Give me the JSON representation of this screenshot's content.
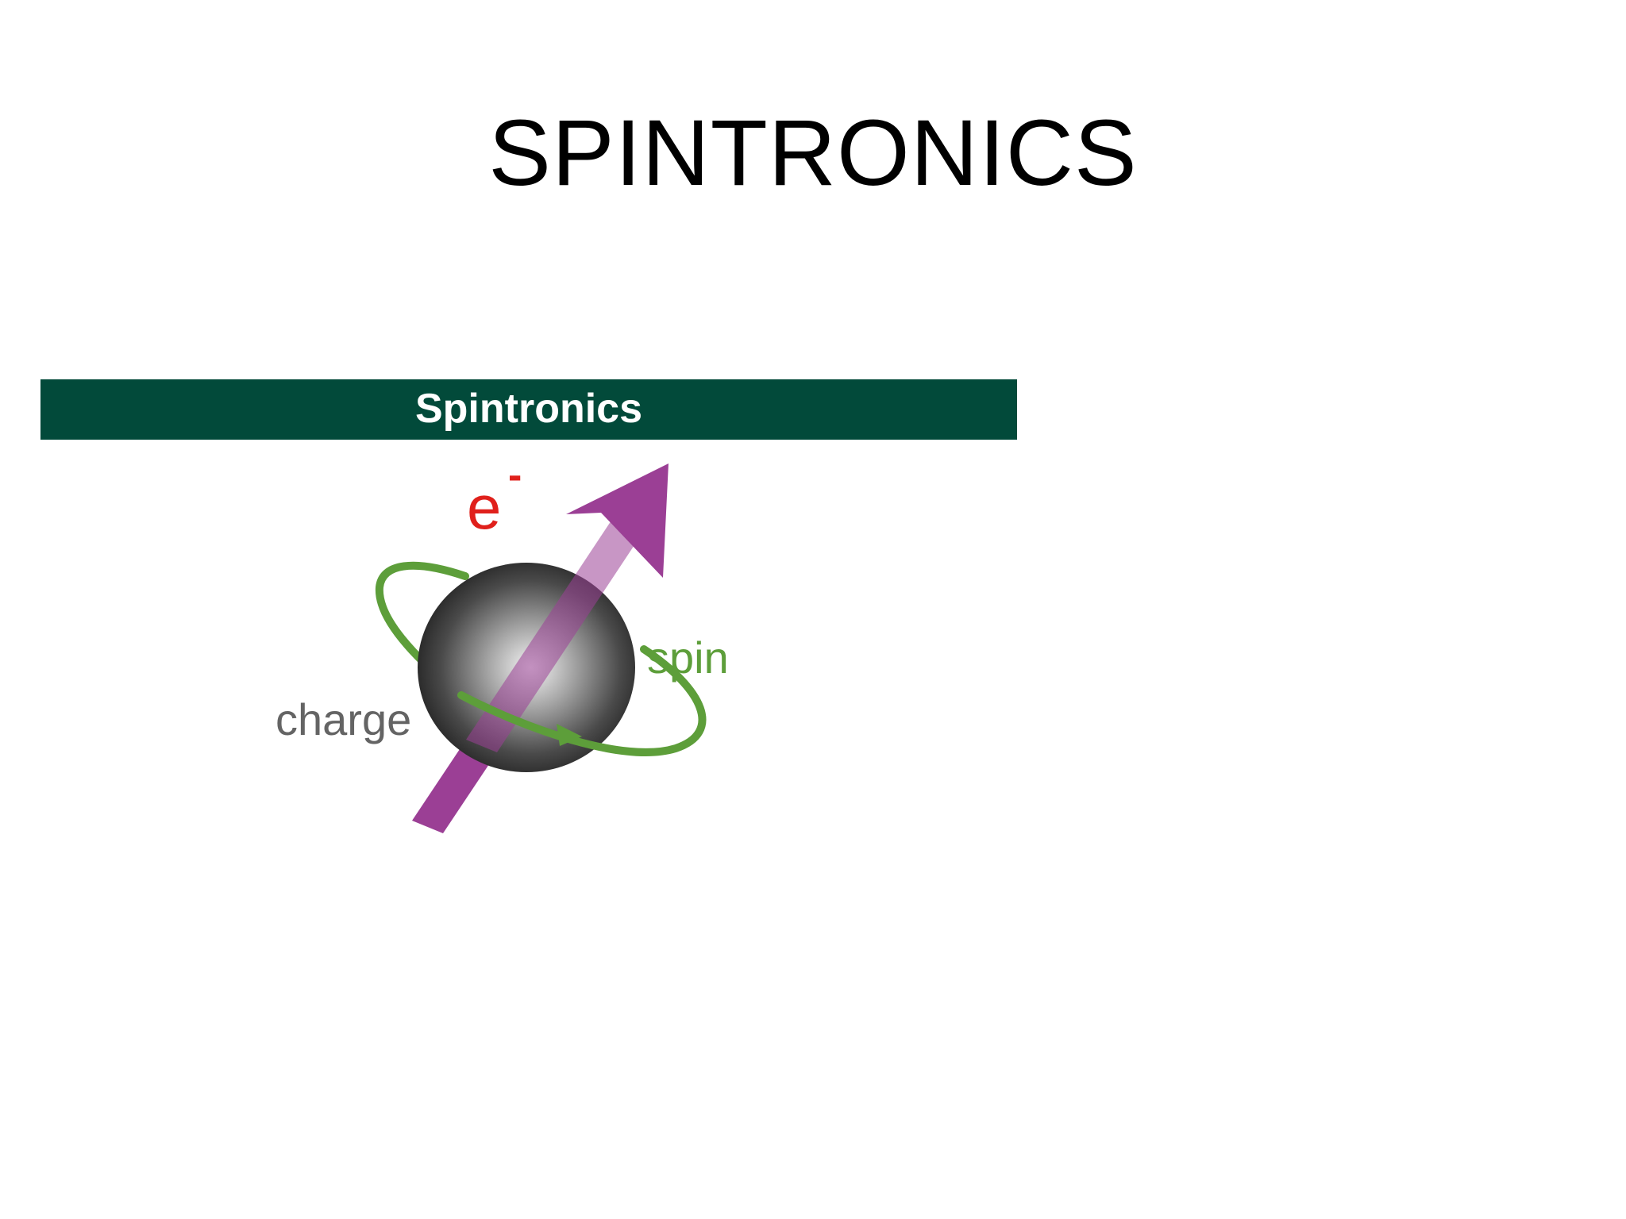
{
  "slide": {
    "title": "SPINTRONICS"
  },
  "figure": {
    "banner_text": "Spintronics",
    "electron_symbol": "e",
    "electron_charge_sign": "-",
    "spin_label": "spin",
    "charge_label": "charge"
  },
  "colors": {
    "banner": "#024a3a",
    "arrow": "#9b3f95",
    "electron_label": "#e0201b",
    "spin_ring": "#5d9e3a",
    "charge_label": "#646464",
    "sphere_dark": "#262626",
    "sphere_light": "#f2f2f2"
  }
}
